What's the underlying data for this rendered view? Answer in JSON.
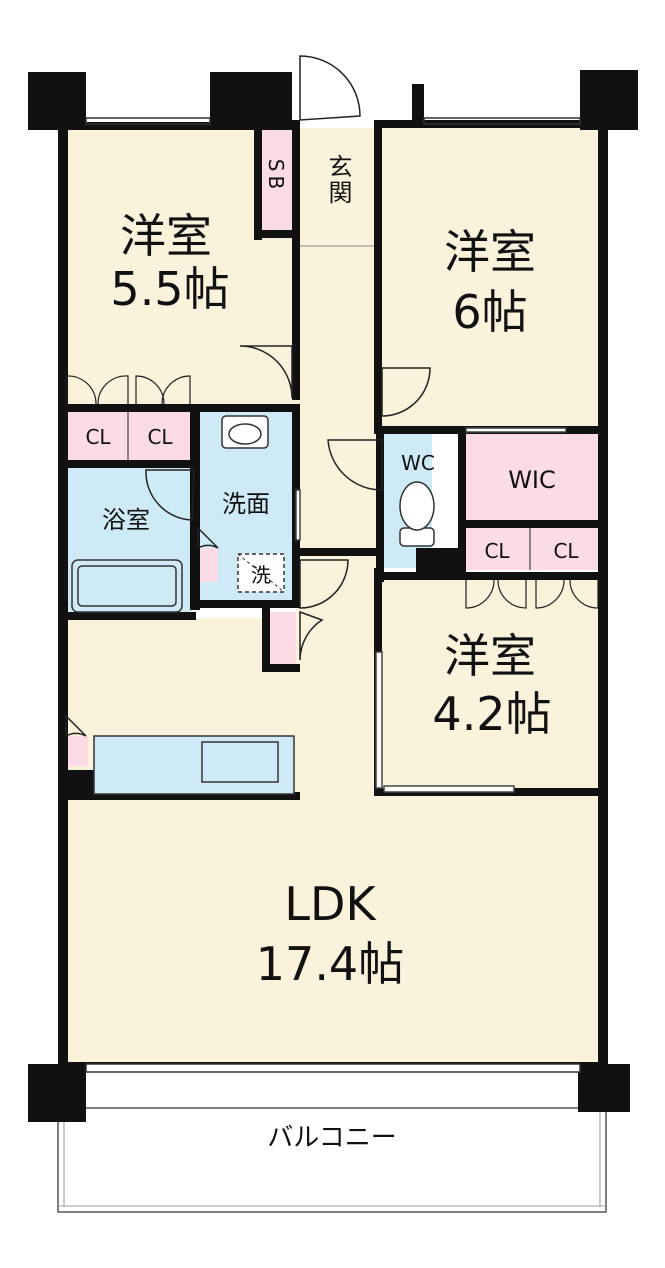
{
  "rooms": {
    "western1": {
      "name": "洋室",
      "size": "5.5帖"
    },
    "western2": {
      "name": "洋室",
      "size": "6帖"
    },
    "western3": {
      "name": "洋室",
      "size": "4.2帖"
    },
    "ldk": {
      "name": "LDK",
      "size": "17.4帖"
    },
    "bath": {
      "name": "浴室"
    },
    "washroom": {
      "name": "洗面"
    },
    "washer": {
      "name": "洗"
    },
    "wc": {
      "name": "WC"
    },
    "wic": {
      "name": "WIC"
    },
    "entrance": {
      "name": "玄関"
    },
    "shoebox": {
      "name": "SB"
    },
    "balcony": {
      "name": "バルコニー"
    }
  },
  "closets": {
    "label": "CL"
  },
  "colors": {
    "floor": "#fbf2dc",
    "wet": "#cfeaf7",
    "storage": "#fadbe6",
    "wall": "#111111"
  }
}
